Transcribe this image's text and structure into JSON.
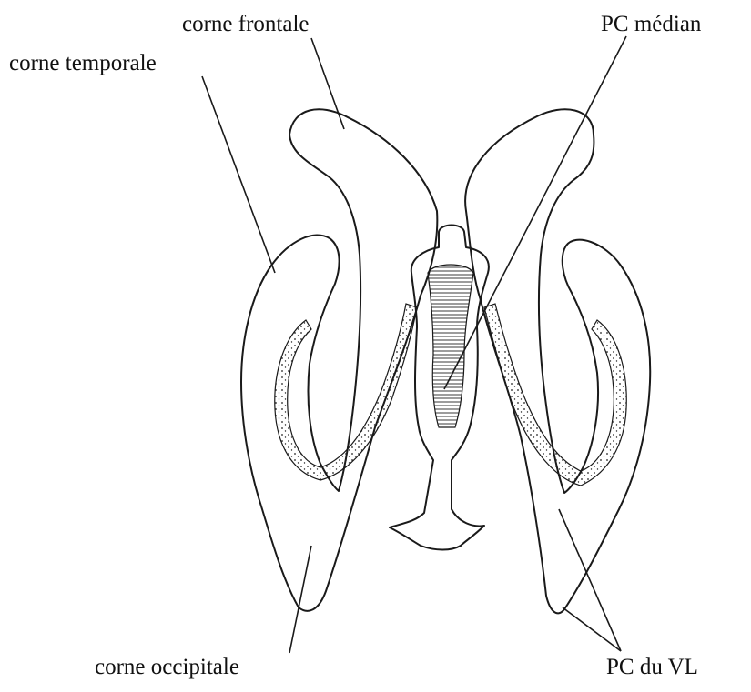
{
  "labels": {
    "frontal_horn": "corne frontale",
    "temporal_horn": "corne temporale",
    "median_choroid_plexus": "PC médian",
    "occipital_horn": "corne occipitale",
    "lateral_ventricle_choroid_plexus": "PC du VL"
  },
  "colors": {
    "stroke": "#1a1a1a",
    "plexus_fill": "#f4f1ea",
    "background": "#ffffff"
  }
}
